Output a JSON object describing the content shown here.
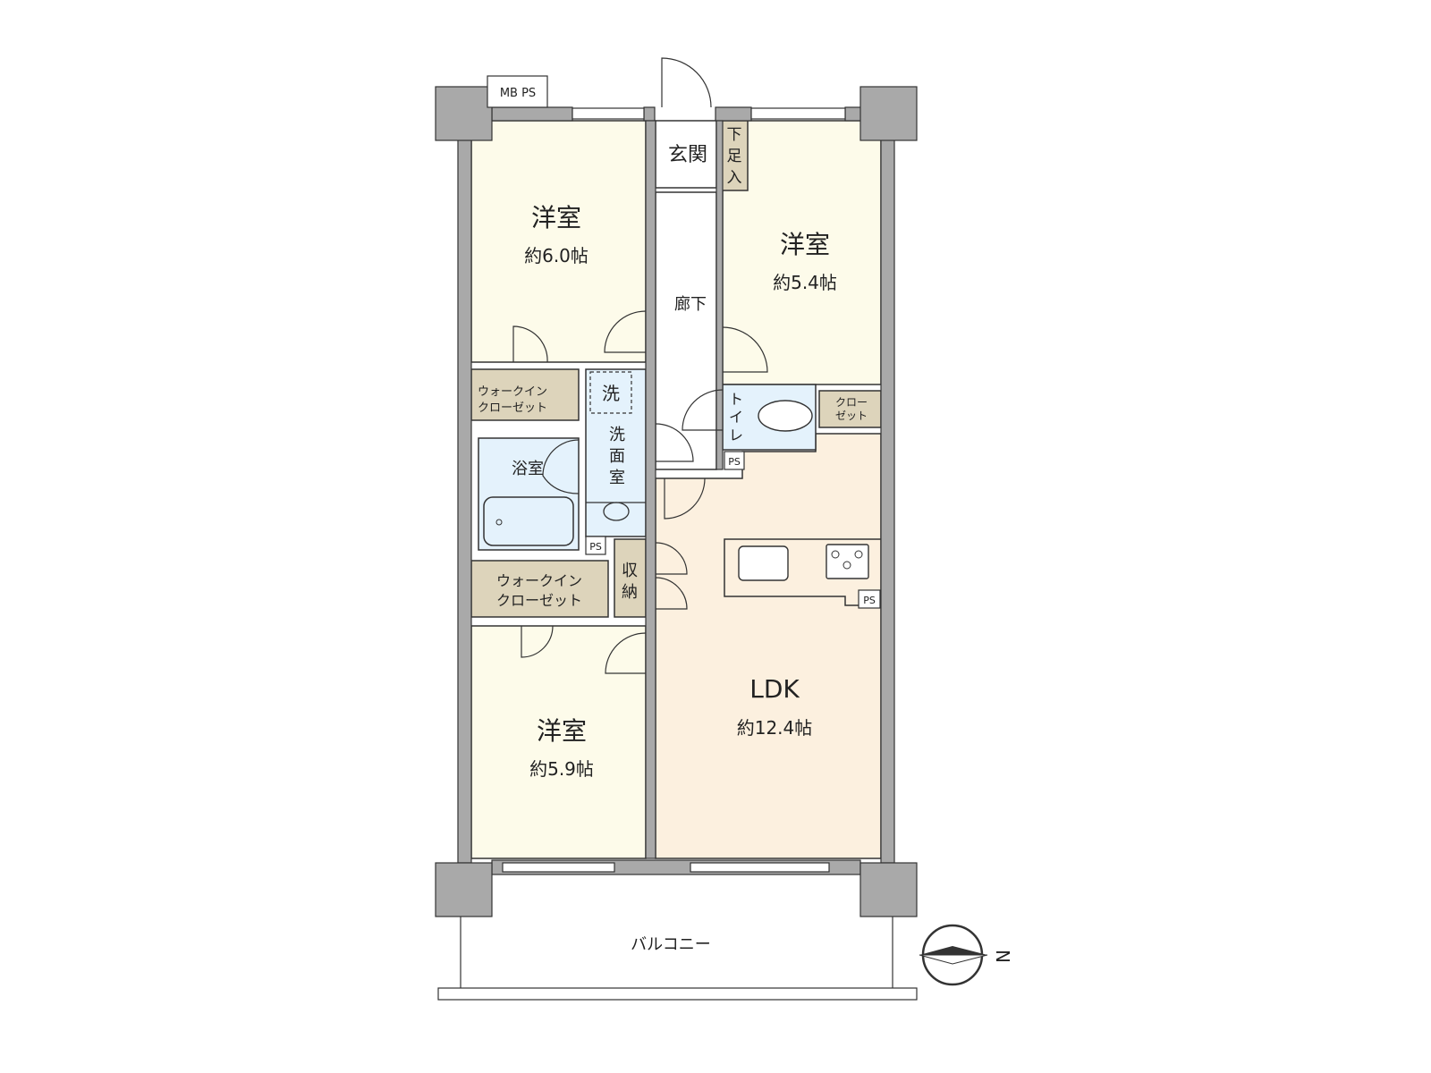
{
  "colors": {
    "wall": "#a9a9a9",
    "western_room": "#fdfbea",
    "ldk": "#fcf0df",
    "wet_area": "#e4f2fc",
    "storage": "#ddd4bb",
    "line": "#333333"
  },
  "rooms": {
    "room1": {
      "name": "洋室",
      "size": "約6.0帖"
    },
    "room2": {
      "name": "洋室",
      "size": "約5.4帖"
    },
    "room3": {
      "name": "洋室",
      "size": "約5.9帖"
    },
    "ldk": {
      "name": "LDK",
      "size": "約12.4帖"
    },
    "entrance": "玄関",
    "shoe_closet": [
      "下",
      "足",
      "入"
    ],
    "hallway": "廊下",
    "wic1": [
      "ウォークイン",
      "クローゼット"
    ],
    "wic2": [
      "ウォークイン",
      "クローゼット"
    ],
    "laundry": "洗",
    "washroom": [
      "洗",
      "面",
      "室"
    ],
    "bathroom": "浴室",
    "toilet": [
      "ト",
      "イ",
      "レ"
    ],
    "closet": [
      "クロー",
      "ゼット"
    ],
    "storage": [
      "収",
      "納"
    ],
    "balcony": "バルコニー",
    "mbps": "MB PS",
    "ps": "PS"
  },
  "compass": {
    "label": "N",
    "icon": "north-arrow-icon"
  }
}
